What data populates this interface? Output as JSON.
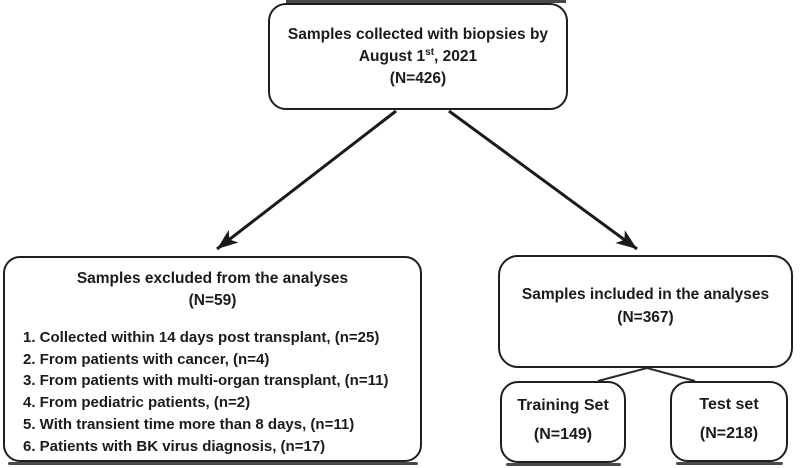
{
  "diagram": {
    "top_box": {
      "line1": "Samples collected with biopsies by",
      "date_prefix": "August 1",
      "date_superscript": "st",
      "date_suffix": ", 2021",
      "n": "(N=426)"
    },
    "excluded_box": {
      "title": "Samples excluded from the analyses",
      "n": "(N=59)",
      "items": [
        "1. Collected within 14 days post transplant, (n=25)",
        "2. From patients with cancer, (n=4)",
        "3. From patients with multi-organ transplant, (n=11)",
        "4. From pediatric patients, (n=2)",
        "5. With transient time more than 8 days, (n=11)",
        "6. Patients with BK virus diagnosis, (n=17)"
      ]
    },
    "included_box": {
      "title": "Samples included in the analyses",
      "n": "(N=367)"
    },
    "training_box": {
      "title": "Training Set",
      "n": "(N=149)"
    },
    "test_box": {
      "title": "Test set",
      "n": "(N=218)"
    },
    "colors": {
      "border": "#1f1f1f",
      "text": "#1b1b1b",
      "background": "#ffffff",
      "arrow": "#1a1a1a"
    }
  }
}
